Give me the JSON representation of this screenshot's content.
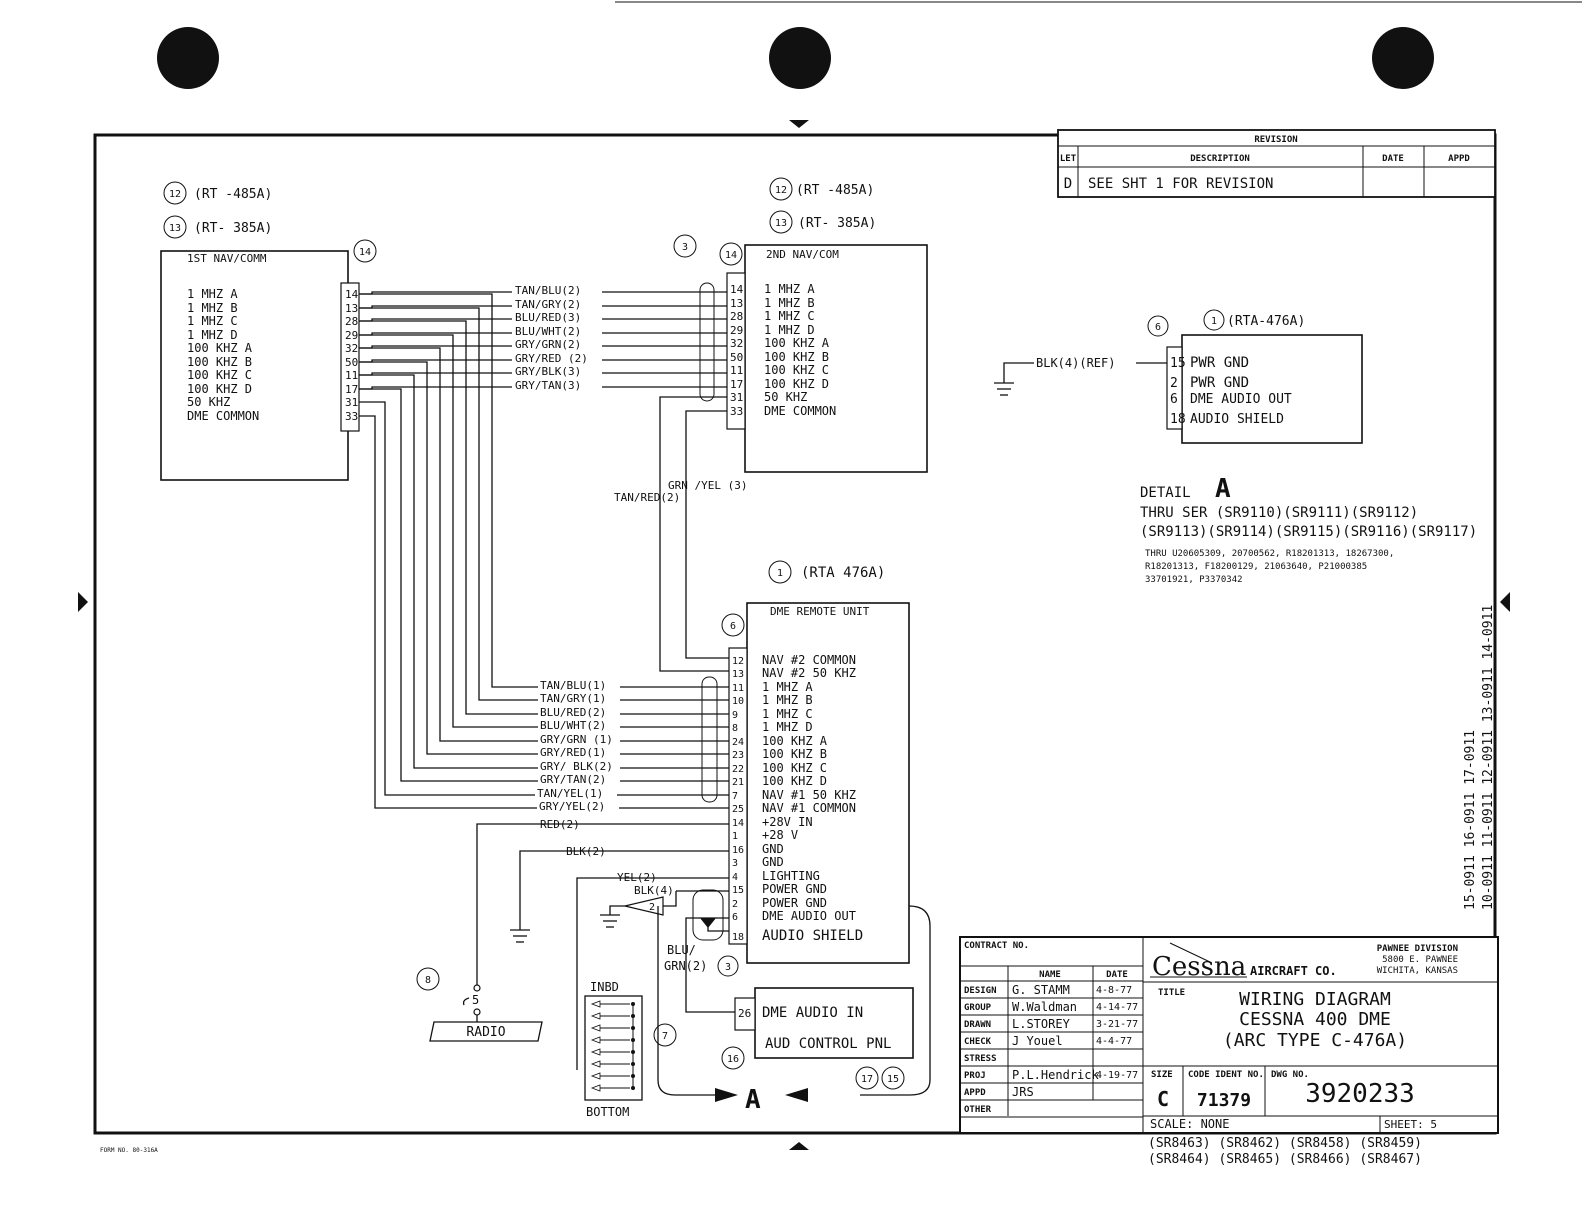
{
  "revision": {
    "title": "REVISION",
    "headers": {
      "let": "LET",
      "description": "DESCRIPTION",
      "date": "DATE",
      "appd": "APPD"
    },
    "row": {
      "let": "D",
      "description": "SEE SHT 1 FOR REVISION"
    }
  },
  "refs_left": {
    "a_num": "12",
    "a_text": "(RT -485A)",
    "b_num": "13",
    "b_text": "(RT- 385A)"
  },
  "refs_mid": {
    "a_num": "12",
    "a_text": "(RT -485A)",
    "b_num": "13",
    "b_text": "(RT- 385A)"
  },
  "nav1": {
    "tag": "14",
    "title": "1ST NAV/COMM",
    "labels": [
      "1 MHZ A",
      "1 MHZ B",
      "1 MHZ C",
      "1 MHZ D",
      "100 KHZ A",
      "100 KHZ B",
      "100 KHZ C",
      "100 KHZ D",
      "50 KHZ",
      "DME COMMON"
    ],
    "pins": [
      "14",
      "13",
      "28",
      "29",
      "32",
      "50",
      "11",
      "17",
      "31",
      "33"
    ]
  },
  "nav2": {
    "tag": "14",
    "cable_tag": "3",
    "title": "2ND NAV/COM",
    "labels": [
      "1 MHZ A",
      "1 MHZ B",
      "1 MHZ C",
      "1 MHZ D",
      "100 KHZ A",
      "100 KHZ B",
      "100 KHZ C",
      "100 KHZ D",
      "50 KHZ",
      "DME COMMON"
    ],
    "pins": [
      "14",
      "13",
      "28",
      "29",
      "32",
      "50",
      "11",
      "17",
      "31",
      "33"
    ]
  },
  "upper_wires": [
    "TAN/BLU(2)",
    "TAN/GRY(2)",
    "BLU/RED(3)",
    "BLU/WHT(2)",
    "GRY/GRN(2)",
    "GRY/RED (2)",
    "GRY/BLK(3)",
    "GRY/TAN(3)"
  ],
  "nav2_common_wires": {
    "a": "GRN /YEL (3)",
    "b": "TAN/RED(2)"
  },
  "detail_unit": {
    "tag": "6",
    "ref_num": "1",
    "ref_text": "(RTA-476A)",
    "ground_wire": "BLK(4)(REF)",
    "pins": [
      "15",
      "2",
      "6",
      "18"
    ],
    "labels": [
      "PWR GND",
      "PWR GND",
      "DME AUDIO OUT",
      "AUDIO SHIELD"
    ]
  },
  "detail_note": {
    "heading": "DETAIL",
    "letter": "A",
    "line1": "THRU SER (SR9110)(SR9111)(SR9112)",
    "line2": "(SR9113)(SR9114)(SR9115)(SR9116)(SR9117)",
    "small1": "THRU U20605309, 20700562, R18201313, 18267300,",
    "small2": "R18201313, F18200129, 21063640, P21000385",
    "small3": "33701921, P3370342"
  },
  "vertical_serials": {
    "col1": "15-0911 16-0911 17-0911",
    "col2": "10-0911 11-0911 12-0911 13-0911 14-0911"
  },
  "dme": {
    "ref_num": "1",
    "ref_text": "(RTA 476A)",
    "tag": "6",
    "title": "DME REMOTE UNIT",
    "labels": [
      "NAV #2 COMMON",
      "NAV #2 50 KHZ",
      "1 MHZ A",
      "1 MHZ B",
      "1 MHZ C",
      "1 MHZ D",
      "100 KHZ A",
      "100 KHZ B",
      "100 KHZ C",
      "100 KHZ D",
      "NAV #1 50 KHZ",
      "NAV #1 COMMON",
      "+28V IN",
      "+28 V",
      "GND",
      "GND",
      "LIGHTING",
      "POWER GND",
      "POWER GND",
      "DME AUDIO OUT",
      "AUDIO SHIELD"
    ],
    "pins": [
      "12",
      "13",
      "11",
      "10",
      "9",
      "8",
      "24",
      "23",
      "22",
      "21",
      "7",
      "25",
      "14",
      "1",
      "16",
      "3",
      "4",
      "15",
      "2",
      "6",
      "18"
    ]
  },
  "lower_wires": [
    "TAN/BLU(1)",
    "TAN/GRY(1)",
    "BLU/RED(2)",
    "BLU/WHT(2)",
    "GRY/GRN (1)",
    "GRY/RED(1)",
    "GRY/ BLK(2)",
    "GRY/TAN(2)",
    "TAN/YEL(1)",
    "GRY/YEL(2)",
    "RED(2)"
  ],
  "misc_wires": {
    "blk2": "BLK(2)",
    "yel2": "YEL(2)",
    "blk4": "BLK(4)",
    "note_num": "2",
    "blu_grn": "BLU/",
    "blu_grn2": "GRN(2)",
    "cable3": "3"
  },
  "radio": {
    "tag": "8",
    "pin": "5",
    "label": "RADIO"
  },
  "switch_panel": {
    "top": "INBD",
    "bottom": "BOTTOM",
    "tag": "7"
  },
  "audio_panel": {
    "pin": "26",
    "line1": "DME AUDIO IN",
    "line2": "AUD CONTROL PNL",
    "tag": "16",
    "tags_right": [
      "17",
      "15"
    ],
    "arrow_letter": "A"
  },
  "title_block": {
    "contract": "CONTRACT NO.",
    "col_name": "NAME",
    "col_date": "DATE",
    "rows": [
      {
        "label": "DESIGN",
        "name": "G. STAMM",
        "date": "4-8-77"
      },
      {
        "label": "GROUP",
        "name": "W.Waldman",
        "date": "4-14-77"
      },
      {
        "label": "DRAWN",
        "name": "L.STOREY",
        "date": "3-21-77"
      },
      {
        "label": "CHECK",
        "name": "J Youel",
        "date": "4-4-77"
      },
      {
        "label": "STRESS",
        "name": "",
        "date": ""
      },
      {
        "label": "PROJ",
        "name": "P.L.Hendrick",
        "date": "4-19-77"
      },
      {
        "label": "APPD",
        "name": "JRS",
        "date": ""
      },
      {
        "label": "OTHER",
        "name": "",
        "date": ""
      }
    ],
    "company": "Cessna",
    "company_suffix": "AIRCRAFT CO.",
    "division1": "PAWNEE DIVISION",
    "division2": "5800 E. PAWNEE",
    "division3": "WICHITA, KANSAS",
    "title_label": "TITLE",
    "title1": "WIRING DIAGRAM",
    "title2": "CESSNA 400 DME",
    "title3": "(ARC TYPE C-476A)",
    "size_label": "SIZE",
    "size": "C",
    "code_label": "CODE IDENT NO.",
    "code": "71379",
    "dwg_label": "DWG NO.",
    "dwg": "3920233",
    "scale": "SCALE: NONE",
    "sheet": "SHEET: 5"
  },
  "serials_bottom": {
    "line1": "(SR8463) (SR8462) (SR8458) (SR8459)",
    "line2": "(SR8464) (SR8465) (SR8466) (SR8467)"
  },
  "form_no": "FORM NO. 80-316A"
}
